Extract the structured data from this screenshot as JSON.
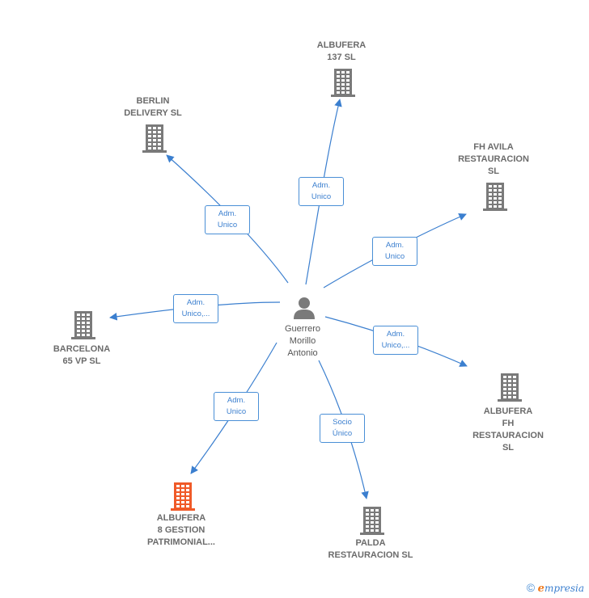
{
  "center": {
    "name": "Guerrero\nMorillo\nAntonio",
    "icon": "person-icon"
  },
  "companies": [
    {
      "id": "albufera-137",
      "name": "ALBUFERA\n137  SL",
      "icon": "building-icon",
      "color": "#7a7a7a"
    },
    {
      "id": "berlin-delivery",
      "name": "BERLIN\nDELIVERY  SL",
      "icon": "building-icon",
      "color": "#7a7a7a"
    },
    {
      "id": "fh-avila",
      "name": "FH AVILA\nRESTAURACION\nSL",
      "icon": "building-icon",
      "color": "#7a7a7a"
    },
    {
      "id": "barcelona-65",
      "name": "BARCELONA\n65 VP  SL",
      "icon": "building-icon",
      "color": "#7a7a7a"
    },
    {
      "id": "albufera-fh",
      "name": "ALBUFERA\nFH\nRESTAURACION SL",
      "icon": "building-icon",
      "color": "#7a7a7a"
    },
    {
      "id": "albufera-8",
      "name": "ALBUFERA\n8 GESTION\nPATRIMONIAL...",
      "icon": "building-icon",
      "color": "#f05a28"
    },
    {
      "id": "palda",
      "name": "PALDA\nRESTAURACION SL",
      "icon": "building-icon",
      "color": "#7a7a7a"
    }
  ],
  "relations": [
    {
      "to": "albufera-137",
      "label": "Adm.\nUnico"
    },
    {
      "to": "berlin-delivery",
      "label": "Adm.\nUnico"
    },
    {
      "to": "fh-avila",
      "label": "Adm.\nUnico"
    },
    {
      "to": "barcelona-65",
      "label": "Adm.\nUnico,..."
    },
    {
      "to": "albufera-fh",
      "label": "Adm.\nUnico,..."
    },
    {
      "to": "albufera-8",
      "label": "Adm.\nUnico"
    },
    {
      "to": "palda",
      "label": "Socio\nÚnico"
    }
  ],
  "colors": {
    "edge": "#3b7fcf",
    "person": "#7a7a7a"
  },
  "footer": {
    "copyright": "©",
    "brand_initial": "e",
    "brand_rest": "mpresia"
  }
}
